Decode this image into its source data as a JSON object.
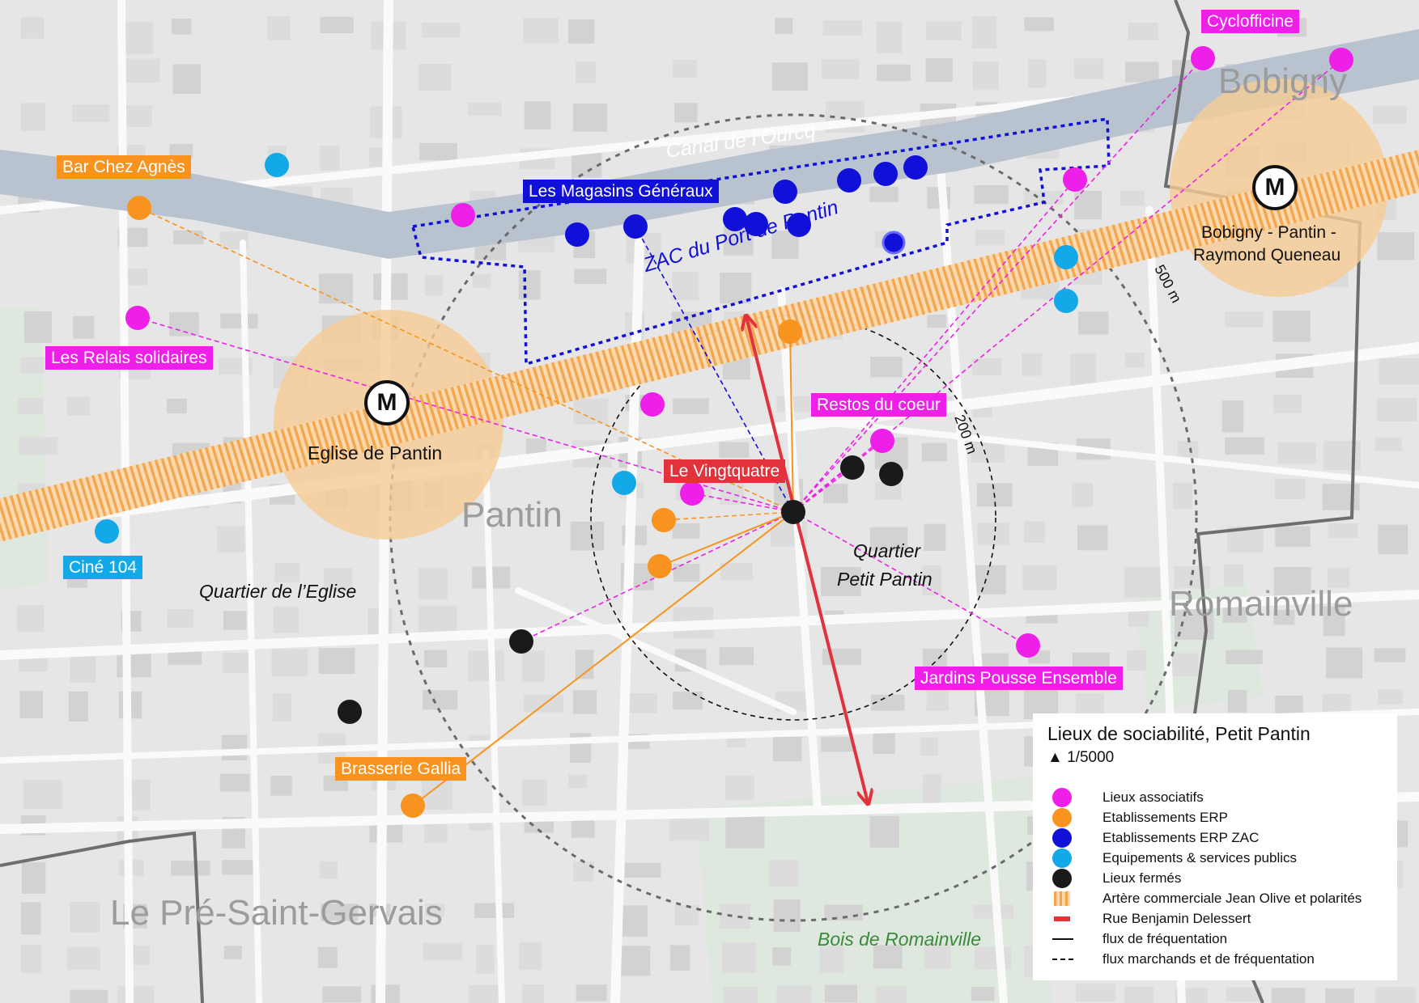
{
  "title": "Lieux de sociabilité, Petit Pantin",
  "scale": "1/5000",
  "scale_symbol": "▲",
  "colors": {
    "associatifs": "#ee1fe8",
    "erp": "#f7931e",
    "erp_zac": "#1010d8",
    "publics": "#13a8e8",
    "fermes": "#1a1a1a",
    "artere": "#f7b15a",
    "rue": "#e2323b",
    "canal": "#b9c3cf",
    "metro_zone": "#f6cc95"
  },
  "places": {
    "bobigny": "Bobigny",
    "pantin": "Pantin",
    "romainville": "Romainville",
    "pre": "Le Pré-Saint-Gervais"
  },
  "areas": {
    "canal": "Canal de l’Ourcq",
    "zac": "ZAC du Port de Pantin",
    "quartier_eglise": "Quartier de l’Eglise",
    "quartier_pp1": "Quartier",
    "quartier_pp2": "Petit Pantin",
    "bois": "Bois de Romainville"
  },
  "metro": {
    "symbol": "M",
    "eglise": "Eglise de Pantin",
    "bobigny_l1": "Bobigny - Pantin -",
    "bobigny_l2": "Raymond Queneau"
  },
  "radii": {
    "r200": "200 m",
    "r500": "500 m"
  },
  "labels": {
    "cyclofficine": "Cyclofficine",
    "bar": "Bar Chez Agnès",
    "magasins": "Les Magasins Généraux",
    "relais": "Les Relais solidaires",
    "restos": "Restos du coeur",
    "vingtquatre": "Le Vingtquatre",
    "cine": "Ciné 104",
    "jardins": "Jardins Pousse Ensemble",
    "brasserie": "Brasserie Gallia"
  },
  "legend": [
    {
      "kind": "associatifs",
      "text": "Lieux associatifs"
    },
    {
      "kind": "erp",
      "text": "Etablissements ERP"
    },
    {
      "kind": "erp_zac",
      "text": "Etablissements ERP ZAC"
    },
    {
      "kind": "publics",
      "text": "Equipements & services publics"
    },
    {
      "kind": "fermes",
      "text": "Lieux fermés"
    },
    {
      "kind": "artere",
      "text": "Artère commerciale Jean Olive et polarités"
    },
    {
      "kind": "rue",
      "text": "Rue Benjamin Delessert"
    },
    {
      "kind": "flux",
      "text": "flux de fréquentation"
    },
    {
      "kind": "flux_dash",
      "text": "flux marchands et de fréquentation"
    }
  ]
}
